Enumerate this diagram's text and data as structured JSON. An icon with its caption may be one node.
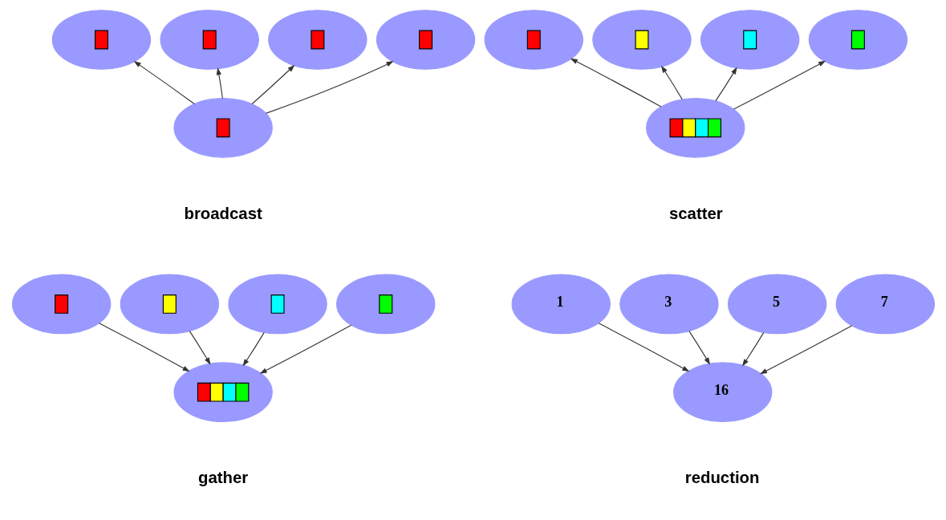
{
  "diagram": {
    "nodes": [
      {
        "text": [],
        "shape": "ellipse"
      },
      {
        "text": [],
        "shape": "ellipse"
      },
      {
        "text": [],
        "shape": "ellipse"
      },
      {
        "text": [],
        "shape": "ellipse"
      },
      {
        "text": [],
        "shape": "ellipse",
        "beside": [
          "broadcast"
        ]
      },
      {
        "text": [],
        "shape": "ellipse"
      },
      {
        "text": [],
        "shape": "ellipse"
      },
      {
        "text": [],
        "shape": "ellipse"
      },
      {
        "text": [],
        "shape": "ellipse"
      },
      {
        "text": [],
        "shape": "ellipse",
        "beside": [
          "scatter"
        ]
      },
      {
        "text": [],
        "shape": "ellipse"
      },
      {
        "text": [],
        "shape": "ellipse"
      },
      {
        "text": [],
        "shape": "ellipse"
      },
      {
        "text": [],
        "shape": "ellipse"
      },
      {
        "text": [],
        "shape": "ellipse",
        "beside": [
          "gather"
        ]
      },
      {
        "text": [
          "1"
        ]
      },
      {
        "text": [
          "3"
        ]
      },
      {
        "text": [
          "5"
        ]
      },
      {
        "text": [
          "7"
        ]
      },
      {
        "text": [
          "16"
        ],
        "beside": [
          "reduction"
        ]
      }
    ],
    "edges": [
      {
        "from": 4,
        "to": 0,
        "arrow": "to"
      },
      {
        "from": 4,
        "to": 1,
        "arrow": "to"
      },
      {
        "from": 4,
        "to": 2,
        "arrow": "to"
      },
      {
        "from": 4,
        "to": 3,
        "arrow": "to"
      },
      {
        "from": 9,
        "to": 5,
        "arrow": "to"
      },
      {
        "from": 9,
        "to": 6,
        "arrow": "to"
      },
      {
        "from": 9,
        "to": 7,
        "arrow": "to"
      },
      {
        "from": 9,
        "to": 8,
        "arrow": "to"
      },
      {
        "from": 10,
        "to": 14,
        "arrow": "to"
      },
      {
        "from": 11,
        "to": 14,
        "arrow": "to"
      },
      {
        "from": 12,
        "to": 14,
        "arrow": "to"
      },
      {
        "from": 13,
        "to": 14,
        "arrow": "to"
      },
      {
        "from": 15,
        "to": 19,
        "arrow": "to"
      },
      {
        "from": 16,
        "to": 19,
        "arrow": "to"
      },
      {
        "from": 17,
        "to": 19,
        "arrow": "to"
      },
      {
        "from": 18,
        "to": 19,
        "arrow": "to"
      }
    ]
  }
}
